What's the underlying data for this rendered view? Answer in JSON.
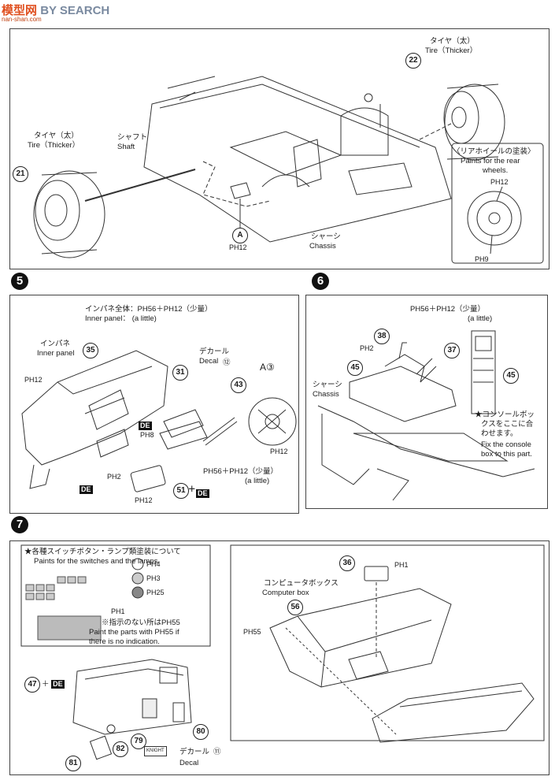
{
  "watermark": {
    "brand": "模型网",
    "search": "BY SEARCH",
    "url": "nan-shan.com"
  },
  "top": {
    "tire_right_jp": "タイヤ（太）",
    "tire_right_en": "Tire（Thicker）",
    "tire_left_jp": "タイヤ（太）",
    "tire_left_en": "Tire（Thicker）",
    "shaft_jp": "シャフト",
    "shaft_en": "Shaft",
    "chassis_jp": "シャーシ",
    "chassis_en": "Chassis",
    "part_22": "22",
    "part_21": "21",
    "part_a": "A",
    "ph12_a": "PH12",
    "rear_wheel_jp": "〈リアホイールの塗装〉",
    "rear_wheel_en1": "Paints for the rear",
    "rear_wheel_en2": "wheels.",
    "ph12_w": "PH12",
    "ph9": "PH9"
  },
  "step5": {
    "number": "5",
    "inner_all_jp": "インパネ全体：",
    "inner_all_paint": "PH56＋PH12（少量）",
    "inner_all_en": "Inner panel：",
    "a_little": "(a little)",
    "inpane_jp": "インパネ",
    "inpane_en": "Inner panel",
    "decal_jp": "デカール",
    "decal_en": "Decal",
    "decal_no": "⑫",
    "p35": "35",
    "p31": "31",
    "p43": "43",
    "pA3": "A③",
    "p51": "51",
    "ph12_1": "PH12",
    "de1": "DE",
    "ph8": "PH8",
    "de2": "DE",
    "ph2": "PH2",
    "ph12_2": "PH12",
    "ph56_12": "PH56＋PH12（少量）",
    "a_little2": "(a little)",
    "ph12_3": "PH12",
    "plus_de": "＋"
  },
  "step6": {
    "number": "6",
    "paint": "PH56＋PH12（少量）",
    "a_little": "(a little)",
    "p38": "38",
    "p37": "37",
    "p45a": "45",
    "p45b": "45",
    "ph2": "PH2",
    "chassis_jp": "シャーシ",
    "chassis_en": "Chassis",
    "note_jp1": "★コンソールボッ",
    "note_jp2": "クスをここに合",
    "note_jp3": "わせます。",
    "note_en1": "Fix the console",
    "note_en2": "box to this part."
  },
  "step7": {
    "number": "7",
    "switch_jp": "★各種スイッチボタン・ランプ類塗装について",
    "switch_en": "Paints for the switches and the lamps.",
    "ph4": "PH4",
    "ph3": "PH3",
    "ph25": "PH25",
    "ph1": "PH1",
    "note_jp": "※指示のない所はPH55",
    "note_en1": "Paint the parts with PH55 if",
    "note_en2": "there is no indication.",
    "p47": "47",
    "de": "DE",
    "p36": "36",
    "ph1_box": "PH1",
    "computer_jp": "コンピュータボックス",
    "computer_en": "Computer box",
    "p56": "56",
    "ph55": "PH55",
    "p82": "82",
    "p79": "79",
    "p80": "80",
    "p81": "81",
    "decal_jp": "デカール",
    "decal_en": "Decal",
    "decal_no": "⑪",
    "knight": "KNIGHT"
  }
}
